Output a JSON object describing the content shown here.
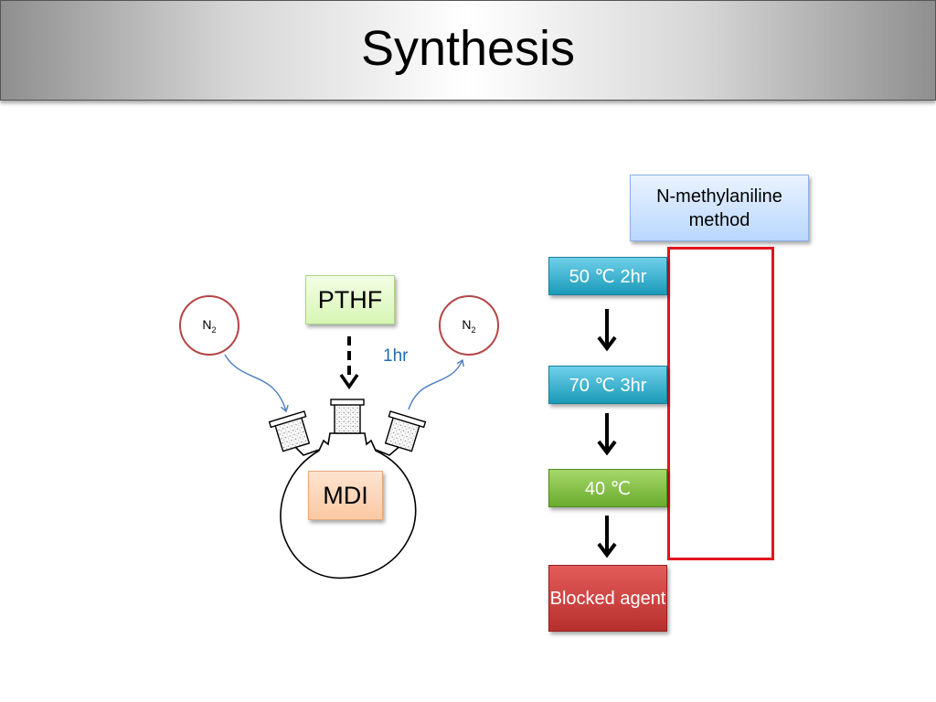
{
  "title": "Synthesis",
  "reactants": {
    "pthf_label": "PTHF",
    "mdi_label": "MDI",
    "n2_inlet": {
      "main": "N",
      "sub": "2"
    },
    "n2_outlet": {
      "main": "N",
      "sub": "2"
    },
    "time_label": "1hr"
  },
  "method": {
    "header": "N-methylaniline method",
    "steps": [
      {
        "label": "50 ℃ 2hr"
      },
      {
        "label": "70 ℃ 3hr"
      },
      {
        "label": "40 ℃"
      },
      {
        "label": "Blocked agent"
      }
    ]
  },
  "colors": {
    "step_blue": "#1a9ab8",
    "step_green": "#6aab2e",
    "step_red": "#b8302e",
    "frame_red": "#e3141e",
    "arrow_blue": "#4a7fc0"
  }
}
